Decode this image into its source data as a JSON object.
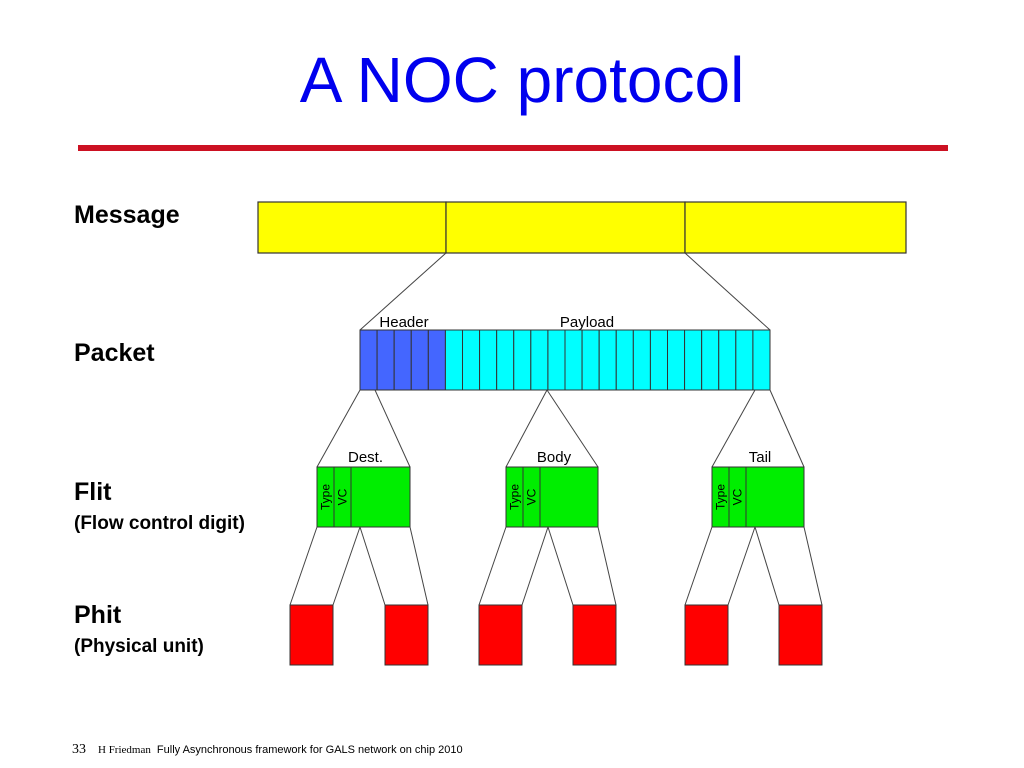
{
  "slide": {
    "title": "A NOC protocol"
  },
  "levels": {
    "message": "Message",
    "packet": "Packet",
    "flit": "Flit",
    "flit_sub": "(Flow control digit)",
    "phit": "Phit",
    "phit_sub": "(Physical unit)"
  },
  "packet": {
    "header_label": "Header",
    "payload_label": "Payload",
    "header_cells": 5,
    "payload_cells": 19
  },
  "flits": [
    {
      "label": "Dest.",
      "type_label": "Type",
      "vc_label": "VC"
    },
    {
      "label": "Body",
      "type_label": "Type",
      "vc_label": "VC"
    },
    {
      "label": "Tail",
      "type_label": "Type",
      "vc_label": "VC"
    }
  ],
  "message": {
    "segments": 3
  },
  "phits": {
    "count": 6
  },
  "colors": {
    "title": "#0000ee",
    "rule": "#cc1122",
    "message_fill": "#ffff00",
    "header_fill": "#4466ff",
    "payload_fill": "#00ffff",
    "flit_fill": "#00ee00",
    "phit_fill": "#ff0000",
    "stroke": "#333333"
  },
  "footer": {
    "page_number": "33",
    "author": "H Friedman",
    "citation": "Fully Asynchronous framework for GALS network on chip 2010"
  }
}
